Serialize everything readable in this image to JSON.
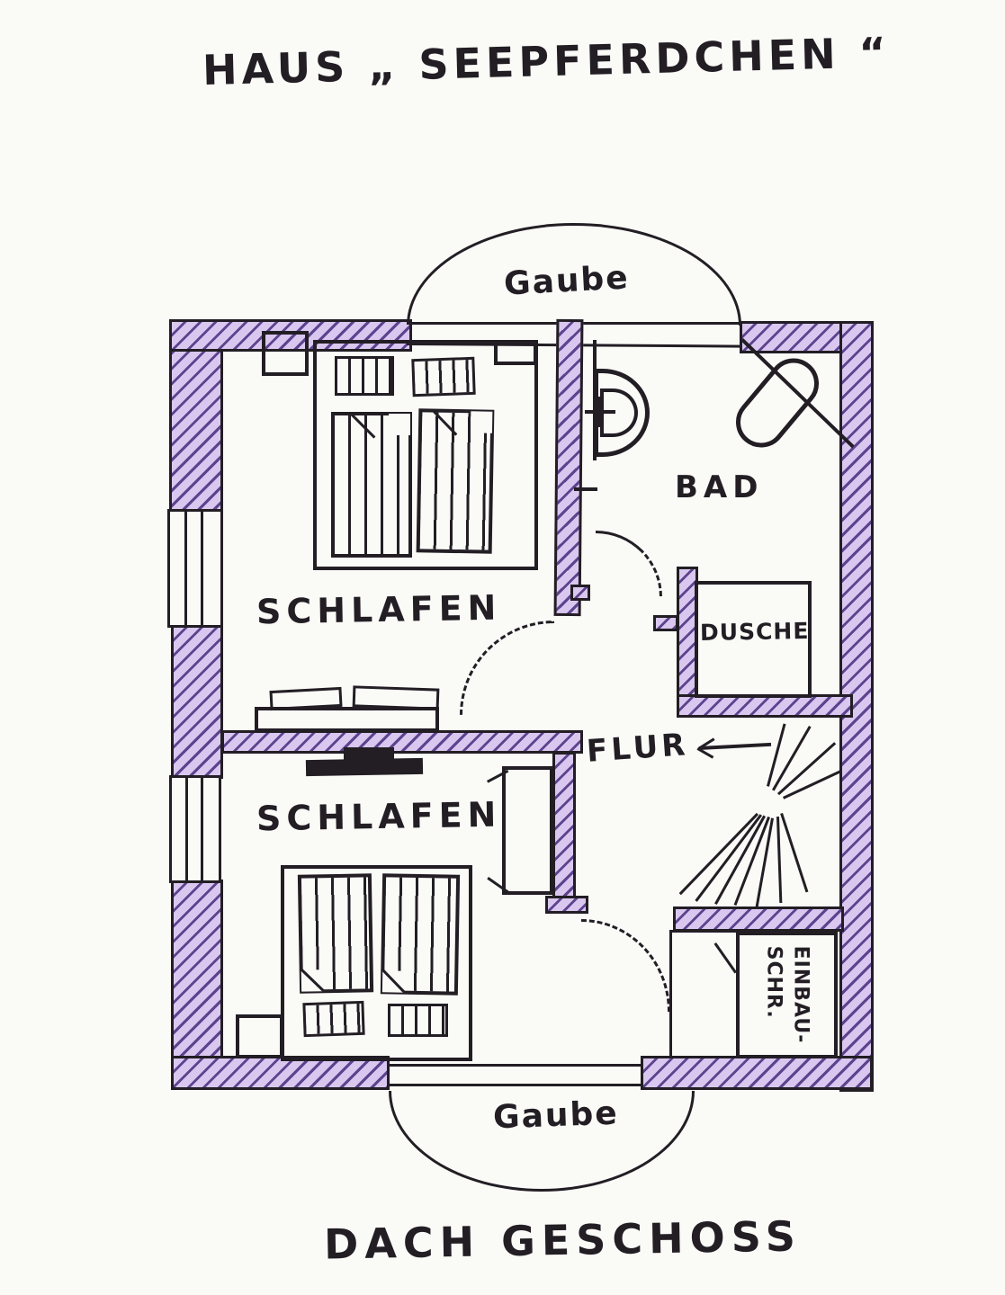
{
  "title": "HAUS „ SEEPFERDCHEN “",
  "floor_label": "DACH GESCHOSS",
  "labels": {
    "dormer_top": "Gaube",
    "dormer_bottom": "Gaube",
    "bedroom_top": "SCHLAFEN",
    "bedroom_bottom": "SCHLAFEN",
    "bathroom": "BAD",
    "shower": "DUSCHE",
    "hallway": "FLUR",
    "builtin_closet_line1": "EINBAU-",
    "builtin_closet_line2": "SCHR."
  },
  "colors": {
    "ink": "#221e24",
    "paper": "#fafaf7",
    "wall_fill": "#d9c7ef",
    "wall_hatch": "#5d448f"
  }
}
